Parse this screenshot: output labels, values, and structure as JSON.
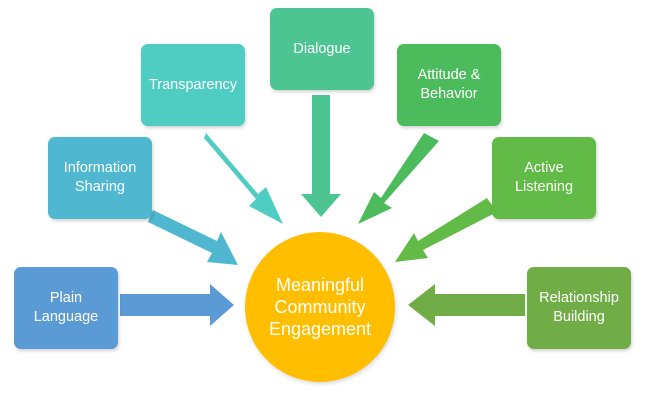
{
  "center": {
    "label": "Meaningful\nCommunity\nEngagement",
    "color": "#FFBE00"
  },
  "nodes": [
    {
      "label": "Plain\nLanguage",
      "color": "#5B9BD5"
    },
    {
      "label": "Information\nSharing",
      "color": "#4FB7D0"
    },
    {
      "label": "Transparency",
      "color": "#4FCDC3"
    },
    {
      "label": "Dialogue",
      "color": "#4CC593"
    },
    {
      "label": "Attitude &\nBehavior",
      "color": "#4CBB5C"
    },
    {
      "label": "Active\nListening",
      "color": "#62BB46"
    },
    {
      "label": "Relationship\nBuilding",
      "color": "#70AD47"
    }
  ]
}
